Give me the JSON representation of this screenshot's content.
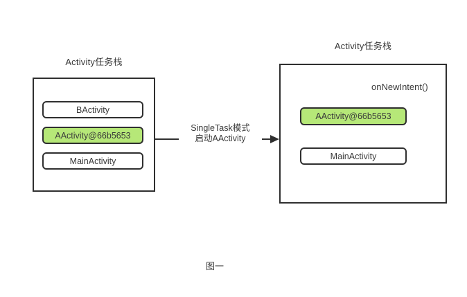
{
  "diagram": {
    "caption": "图一",
    "colors": {
      "highlight_fill": "#b6e878",
      "stroke": "#2f2f2f",
      "background": "#ffffff",
      "text": "#3a3a3a"
    },
    "left_stack": {
      "title": "Activity任务栈",
      "items": [
        {
          "label": "BActivity",
          "highlight": false
        },
        {
          "label": "AActivity@66b5653",
          "highlight": true
        },
        {
          "label": "MainActivity",
          "highlight": false
        }
      ]
    },
    "right_stack": {
      "title": "Activity任务栈",
      "items": [
        {
          "label": "AActivity@66b5653",
          "highlight": true
        },
        {
          "label": "MainActivity",
          "highlight": false
        }
      ]
    },
    "transition": {
      "label_line1": "SingleTask模式",
      "label_line2": "启动AActivity"
    },
    "callback_label": "onNewIntent()"
  }
}
